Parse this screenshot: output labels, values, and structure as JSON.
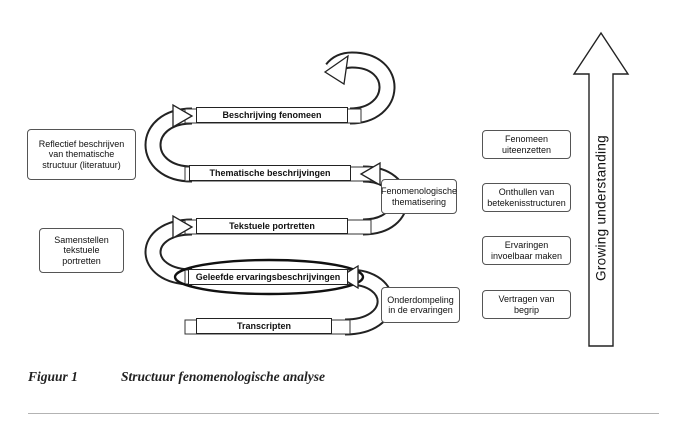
{
  "diagram": {
    "spiral_bands": [
      {
        "label": "Beschrijving fenomeen"
      },
      {
        "label": "Thematische beschrijvingen"
      },
      {
        "label": "Tekstuele portretten"
      },
      {
        "label": "Geleefde ervaringsbeschrijvingen"
      },
      {
        "label": "Transcripten"
      }
    ],
    "left_boxes": [
      {
        "label": "Reflectief beschrijven van thematische structuur (literatuur)"
      },
      {
        "label": "Samenstellen tekstuele portretten"
      }
    ],
    "middle_boxes": [
      {
        "label": "Fenomenologische thematisering"
      },
      {
        "label": "Onderdompeling in de ervaringen"
      }
    ],
    "right_boxes": [
      {
        "label": "Fenomeen uiteenzetten"
      },
      {
        "label": "Onthullen van betekenisstructuren"
      },
      {
        "label": "Ervaringen invoelbaar maken"
      },
      {
        "label": "Vertragen van begrip"
      }
    ],
    "growth_arrow_label": "Growing understanding",
    "colors": {
      "ink": "#222222",
      "fill": "#ffffff"
    }
  },
  "caption": {
    "figure_label": "Figuur 1",
    "figure_title": "Structuur fenomenologische analyse"
  }
}
